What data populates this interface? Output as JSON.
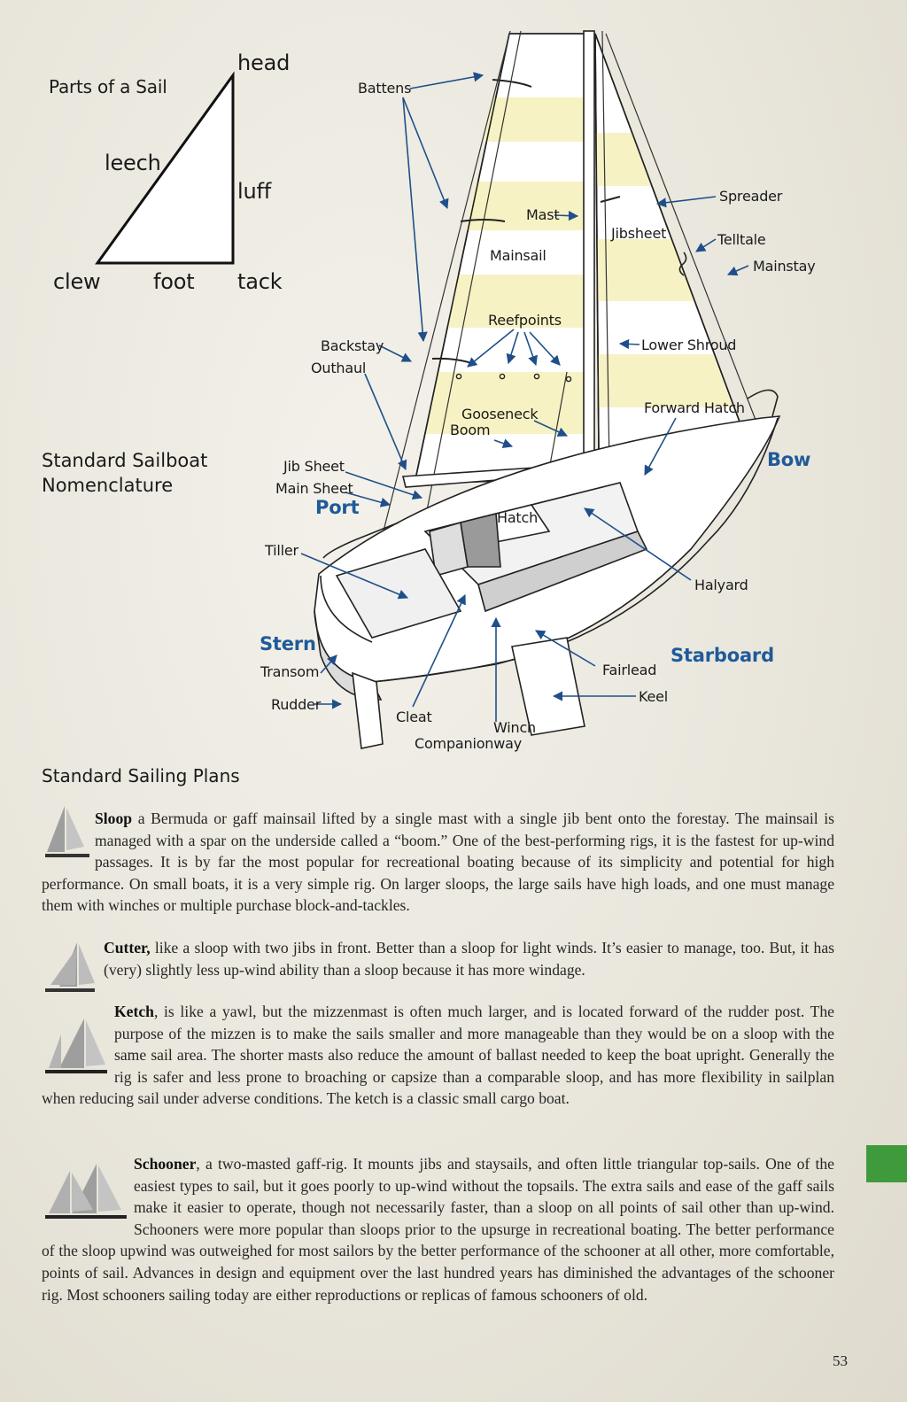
{
  "sail_parts": {
    "title": "Parts of a Sail",
    "head": "head",
    "leech": "leech",
    "luff": "luff",
    "clew": "clew",
    "foot": "foot",
    "tack": "tack"
  },
  "diagram": {
    "title_line1": "Standard Sailboat",
    "title_line2": "Nomenclature",
    "labels": {
      "battens": "Battens",
      "mast": "Mast",
      "spreader": "Spreader",
      "jibsheet": "Jibsheet",
      "telltale": "Telltale",
      "mainstay": "Mainstay",
      "mainsail": "Mainsail",
      "reefpoints": "Reefpoints",
      "backstay": "Backstay",
      "outhaul": "Outhaul",
      "lower_shroud": "Lower Shroud",
      "gooseneck": "Gooseneck",
      "boom": "Boom",
      "forward_hatch": "Forward Hatch",
      "bow": "Bow",
      "jib_sheet": "Jib Sheet",
      "main_sheet": "Main Sheet",
      "port": "Port",
      "hatch": "Hatch",
      "tiller": "Tiller",
      "halyard": "Halyard",
      "stern": "Stern",
      "transom": "Transom",
      "starboard": "Starboard",
      "fairlead": "Fairlead",
      "rudder": "Rudder",
      "keel": "Keel",
      "cleat": "Cleat",
      "winch": "Winch",
      "companionway": "Companionway"
    }
  },
  "plans": {
    "title": "Standard Sailing Plans",
    "sloop": {
      "term": "Sloop",
      "text": " a Bermuda or gaff mainsail lifted by a single mast with a single jib bent onto the forestay. The mainsail is managed with a spar on the underside called a “boom.” One of the best-performing rigs, it is the fastest for up-wind passages. It is by far the most popular for recreational boating because of its simplicity and potential for high performance. On small boats, it is a very simple rig. On larger sloops, the large sails have high loads, and one must manage them with winches or multiple purchase block-and-tackles."
    },
    "cutter": {
      "term": "Cutter,",
      "text": " like a sloop with two jibs in front. Better than a sloop for light winds. It’s easier to manage, too. But, it has (very) slightly less up-wind ability than a sloop because it has more windage."
    },
    "ketch": {
      "term": "Ketch",
      "text": ", is like a yawl, but the mizzenmast is often much larger, and is located forward of the rudder post. The purpose of the mizzen is to make the sails smaller and more manageable than they would be on a sloop with the same sail area. The shorter masts also reduce the amount of ballast needed to keep the boat upright. Generally the rig is safer and less prone to broaching or capsize than a comparable sloop, and has more flexibility in sailplan when reducing sail under adverse conditions. The ketch is a classic small cargo boat."
    },
    "schooner": {
      "term": "Schooner",
      "text": ", a two-masted gaff-rig. It mounts jibs and staysails, and often little triangular top-sails. One of the easiest types to sail, but it goes poorly to up-wind without the topsails. The extra sails and ease of the gaff sails make it easier to operate, though not necessarily faster, than a sloop on all points of sail other than up-wind. Schooners were more popular than sloops prior to the upsurge in recreational boating. The better performance of the sloop upwind was outweighed for most sailors by the better performance of the schooner at all other, more comfortable, points of sail. Advances in design and equipment over the last hundred years has diminished the advantages of the schooner rig. Most schooners sailing today are either reproductions or replicas of famous schooners of old."
    }
  },
  "page_number": "53",
  "colors": {
    "arrow": "#1f4f8a",
    "accent_blue": "#1f5a99",
    "sail_stripe": "#f7f2c4",
    "tab": "#3f9a3c"
  }
}
